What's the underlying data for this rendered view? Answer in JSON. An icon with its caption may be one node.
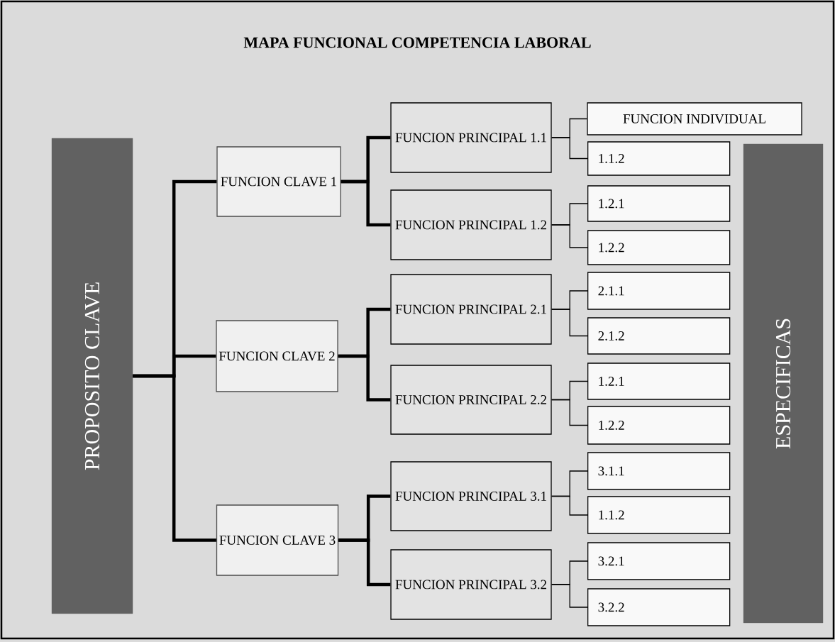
{
  "diagram": {
    "title": "MAPA FUNCIONAL COMPETENCIA LABORAL",
    "nodes": [
      {
        "text": [
          "PROPOSITO CLAVE"
        ]
      },
      {
        "text": [
          "FUNCION CLAVE 1"
        ]
      },
      {
        "text": [
          "FUNCION PRINCIPAL 1.1"
        ]
      },
      {
        "text": [
          "FUNCION INDIVIDUAL"
        ]
      },
      {
        "text": [
          "1.1.2"
        ]
      },
      {
        "text": [
          "FUNCION PRINCIPAL 1.2"
        ]
      },
      {
        "text": [
          "1.2.1"
        ]
      },
      {
        "text": [
          "1.2.2"
        ]
      },
      {
        "text": [
          "FUNCION CLAVE 2"
        ]
      },
      {
        "text": [
          "FUNCION PRINCIPAL 2.1"
        ]
      },
      {
        "text": [
          "2.1.1"
        ]
      },
      {
        "text": [
          "2.1.2"
        ]
      },
      {
        "text": [
          "FUNCION PRINCIPAL 2.2"
        ]
      },
      {
        "text": [
          "1.2.1"
        ]
      },
      {
        "text": [
          "1.2.2"
        ]
      },
      {
        "text": [
          "FUNCION CLAVE 3"
        ]
      },
      {
        "text": [
          "FUNCION PRINCIPAL 3.1"
        ]
      },
      {
        "text": [
          "3.1.1"
        ]
      },
      {
        "text": [
          "1.1.2"
        ]
      },
      {
        "text": [
          "FUNCION PRINCIPAL 3.2"
        ]
      },
      {
        "text": [
          "3.2.1"
        ]
      },
      {
        "text": [
          "3.2.2"
        ]
      },
      {
        "text": [
          "ESPECIFICAS"
        ]
      }
    ],
    "edges": [
      {
        "from": 0,
        "to": 1,
        "arrow": "none",
        "style": "thick"
      },
      {
        "from": 0,
        "to": 8,
        "arrow": "none",
        "style": "thick"
      },
      {
        "from": 0,
        "to": 15,
        "arrow": "none",
        "style": "thick"
      },
      {
        "from": 1,
        "to": 2,
        "arrow": "none",
        "style": "thick"
      },
      {
        "from": 1,
        "to": 5,
        "arrow": "none",
        "style": "thick"
      },
      {
        "from": 8,
        "to": 9,
        "arrow": "none",
        "style": "thick"
      },
      {
        "from": 8,
        "to": 12,
        "arrow": "none",
        "style": "thick"
      },
      {
        "from": 15,
        "to": 16,
        "arrow": "none",
        "style": "thick"
      },
      {
        "from": 15,
        "to": 19,
        "arrow": "none",
        "style": "thick"
      },
      {
        "from": 2,
        "to": 3,
        "arrow": "none"
      },
      {
        "from": 2,
        "to": 4,
        "arrow": "none"
      },
      {
        "from": 5,
        "to": 6,
        "arrow": "none"
      },
      {
        "from": 5,
        "to": 7,
        "arrow": "none"
      },
      {
        "from": 9,
        "to": 10,
        "arrow": "none"
      },
      {
        "from": 9,
        "to": 11,
        "arrow": "none"
      },
      {
        "from": 12,
        "to": 13,
        "arrow": "none"
      },
      {
        "from": 12,
        "to": 14,
        "arrow": "none"
      },
      {
        "from": 16,
        "to": 17,
        "arrow": "none"
      },
      {
        "from": 16,
        "to": 18,
        "arrow": "none"
      },
      {
        "from": 19,
        "to": 20,
        "arrow": "none"
      },
      {
        "from": 19,
        "to": 21,
        "arrow": "none"
      }
    ]
  }
}
